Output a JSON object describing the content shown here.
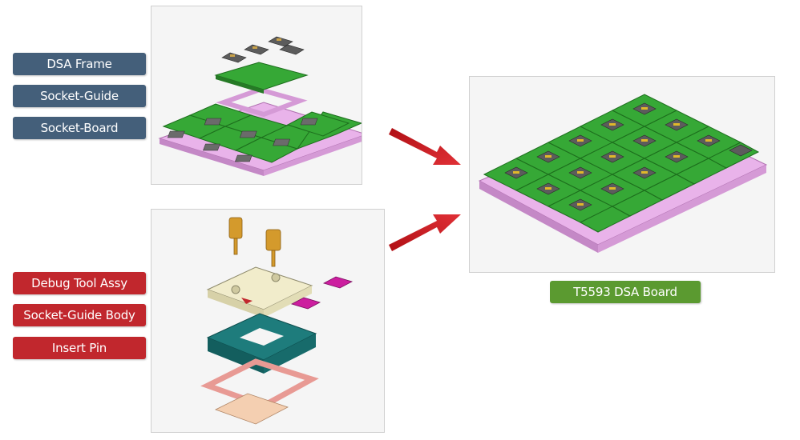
{
  "labels_top": [
    "DSA Frame",
    "Socket-Guide",
    "Socket-Board"
  ],
  "labels_bottom": [
    "Debug Tool Assy",
    "Socket-Guide Body",
    "Insert Pin"
  ],
  "result_label": "T5593 DSA Board",
  "colors": {
    "blue_label": "#445f7a",
    "red_label": "#c1272d",
    "green_label": "#5b9a30",
    "pcb_green": "#2f9e2f",
    "frame_pink": "#e6a8e6",
    "guide_teal": "#1c7a7a",
    "arrow_red": "#c0161c"
  }
}
